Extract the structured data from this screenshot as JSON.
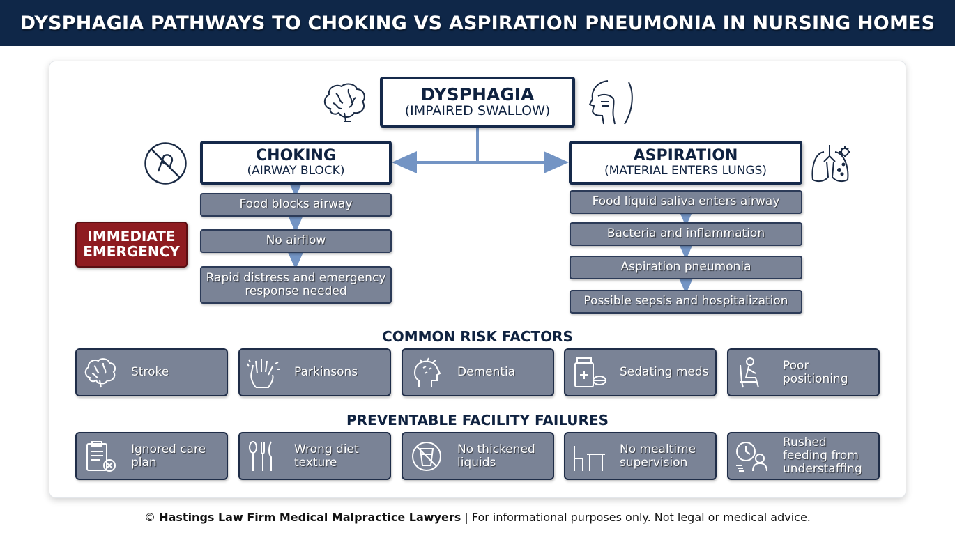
{
  "title": "DYSPHAGIA PATHWAYS TO CHOKING VS ASPIRATION PNEUMONIA IN NURSING HOMES",
  "root": {
    "line1": "DYSPHAGIA",
    "line2": "(IMPAIRED SWALLOW)"
  },
  "choking": {
    "line1": "CHOKING",
    "line2": "(AIRWAY BLOCK)",
    "steps": [
      "Food blocks airway",
      "No airflow",
      "Rapid distress and emergency response needed"
    ]
  },
  "aspiration": {
    "line1": "ASPIRATION",
    "line2": "(MATERIAL ENTERS LUNGS)",
    "steps": [
      "Food liquid saliva enters airway",
      "Bacteria and inflammation",
      "Aspiration pneumonia",
      "Possible sepsis and hospitalization"
    ]
  },
  "emergency": {
    "line1": "IMMEDIATE",
    "line2": "EMERGENCY"
  },
  "risk_factors": {
    "title": "COMMON RISK FACTORS",
    "items": [
      {
        "label": "Stroke",
        "icon": "brain-icon"
      },
      {
        "label": "Parkinsons",
        "icon": "tremor-hand-icon"
      },
      {
        "label": "Dementia",
        "icon": "head-dementia-icon"
      },
      {
        "label": "Sedating meds",
        "icon": "pill-bottle-icon"
      },
      {
        "label": "Poor positioning",
        "icon": "seated-person-icon"
      }
    ]
  },
  "failures": {
    "title": "PREVENTABLE FACILITY FAILURES",
    "items": [
      {
        "label": "Ignored care plan",
        "icon": "clipboard-x-icon"
      },
      {
        "label": "Wrong diet texture",
        "icon": "utensils-icon"
      },
      {
        "label": "No thickened liquids",
        "icon": "no-cup-icon"
      },
      {
        "label": "No mealtime supervision",
        "icon": "empty-table-chair-icon"
      },
      {
        "label": "Rushed feeding from understaffing",
        "icon": "clock-caregiver-icon"
      }
    ]
  },
  "footer": {
    "copyright": "©",
    "firm": "Hastings Law Firm Medical Malpractice Lawyers",
    "disclaimer": "| For informational purposes only. Not legal or medical advice."
  },
  "colors": {
    "navy": "#0f2748",
    "step_gray": "#7a8396",
    "emergency_red": "#8e1b20",
    "arrow_blue": "#7394c4"
  }
}
